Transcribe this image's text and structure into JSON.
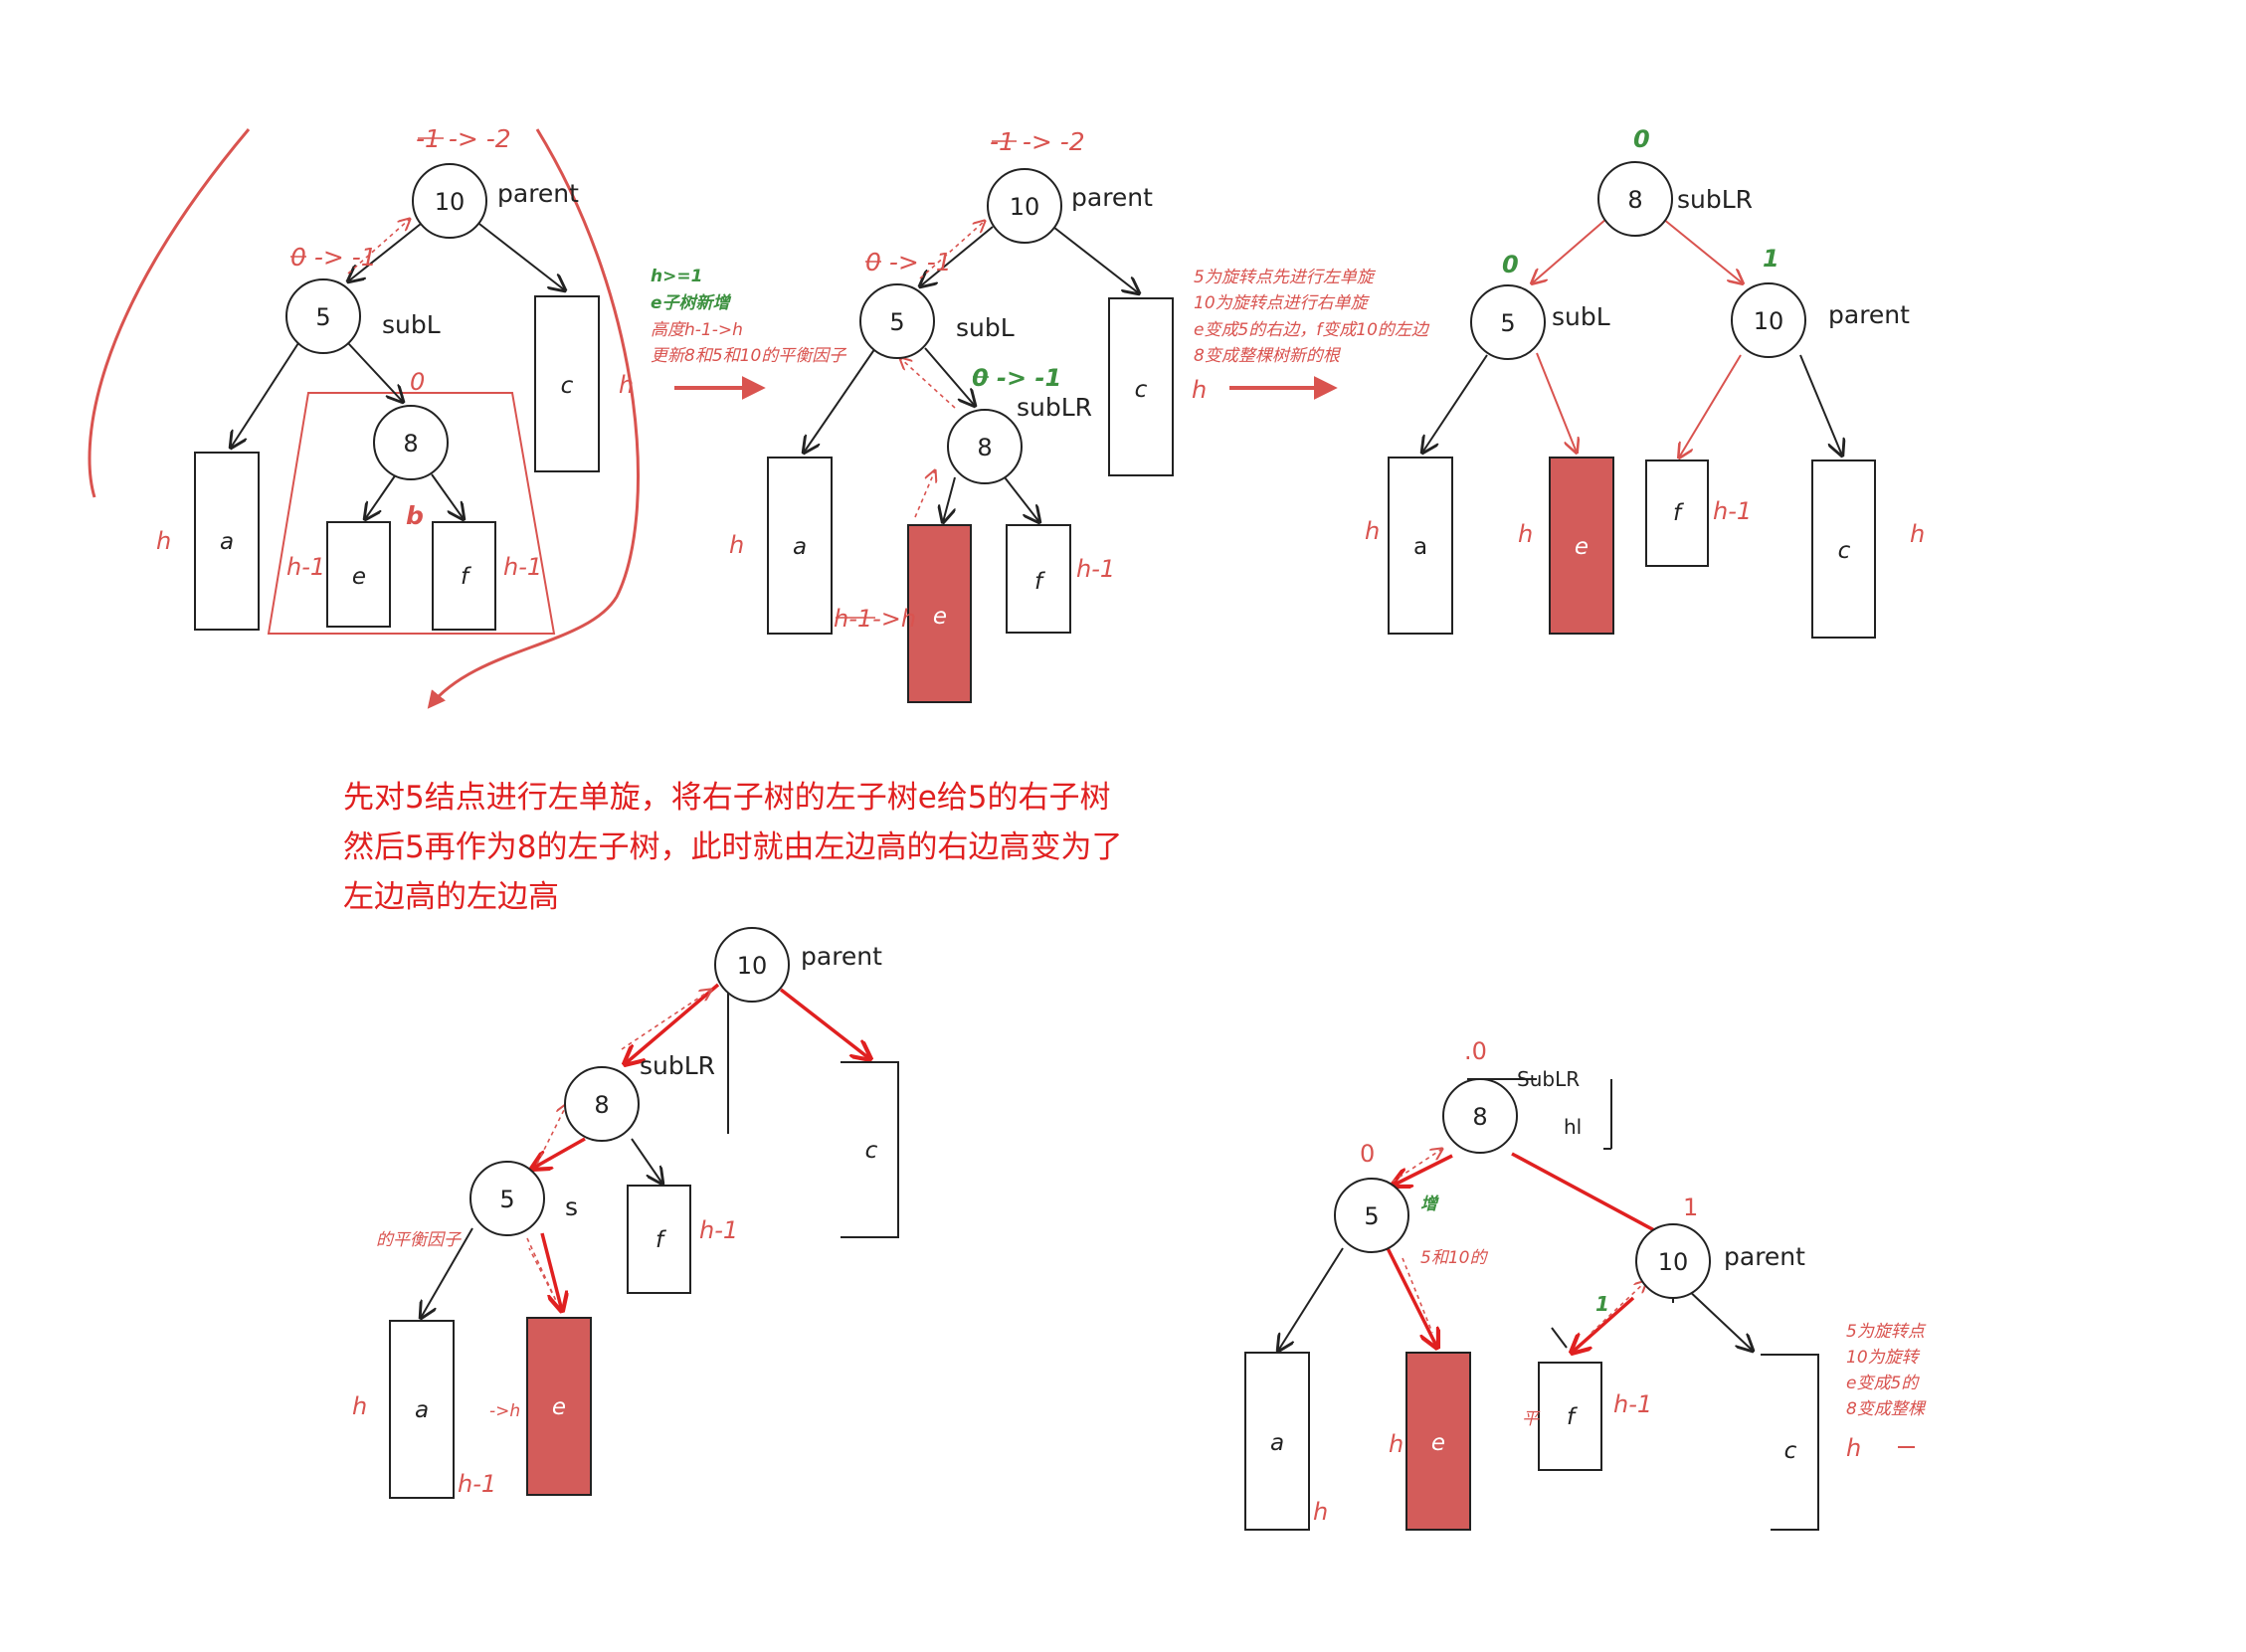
{
  "colors": {
    "accent_red": "#d9534f",
    "bright_red": "#e02020",
    "green": "#3d9140",
    "fill_box": "#d35c5a"
  },
  "texts": {
    "parent": "parent",
    "subL": "subL",
    "subLR": "subLR",
    "a": "a",
    "b": "b",
    "c": "c",
    "e": "e",
    "f": "f",
    "h": "h",
    "h_minus_1": "h-1",
    "h1_to_h": "h-1->h",
    "n10": "10",
    "n5": "5",
    "n8": "8",
    "n10b": "10",
    "n8b": "8",
    "bf_m1_m2": "-1 -> -2",
    "bf_0_m1": "0 -> -1",
    "bf_0": "0",
    "bf_1": "1",
    "bf_0b": ".0",
    "mid_arrow_note": [
      "h>=1",
      "e子树新增",
      "高度h-1->h",
      "更新8和5和10的平衡因子"
    ],
    "right_arrow_note": [
      "5为旋转点先进行左单旋",
      "10为旋转点进行右单旋",
      "e变成5的右边，f变成10的左边",
      "8变成整棵树新的根"
    ],
    "explain": [
      "先对5结点进行左单旋，将右子树的左子树e给5的右子树",
      "然后5再作为8的左子树，此时就由左边高的右边高变为了",
      "左边高的左边高"
    ],
    "frag_balance": "的平衡因子",
    "frag_h": "->h",
    "frag_zeng": "增",
    "frag_510": "5和10的",
    "frag_ping": "平",
    "frag_5rot": [
      "5为旋转点",
      "10为旋转",
      "e变成5的",
      "8变成整棵"
    ],
    "frag_subLR_top": "SubLR",
    "frag_hl": "hl"
  }
}
